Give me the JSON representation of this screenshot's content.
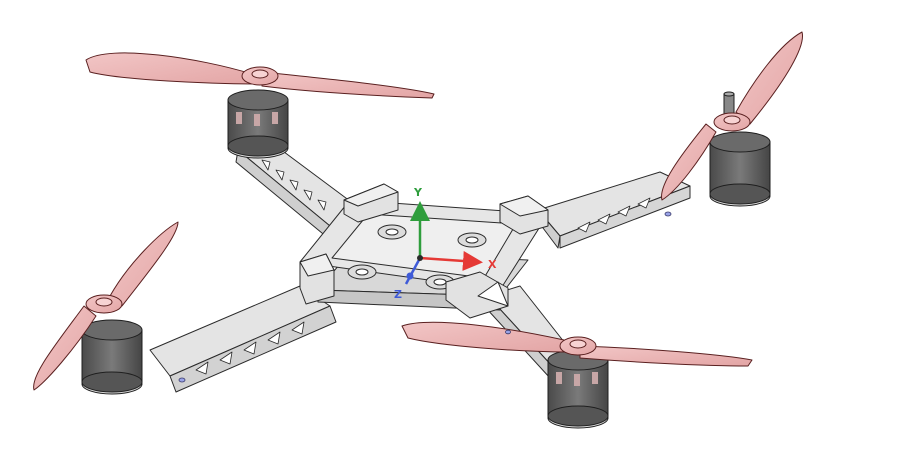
{
  "viewport": {
    "axes": {
      "x": {
        "label": "X",
        "color": "#e53935"
      },
      "y": {
        "label": "Y",
        "color": "#2e9d3c"
      },
      "z": {
        "label": "Z",
        "color": "#3f5bd8"
      }
    }
  },
  "colors": {
    "background": "#ffffff",
    "frame_fill": "#e4e4e4",
    "frame_shade": "#cfcfcf",
    "frame_outline": "#2b2b2b",
    "motor_fill": "#5d5d5d",
    "motor_dark": "#3f3f3f",
    "propeller_fill": "#efbcbc",
    "propeller_outline": "#5a2020",
    "screw_fill": "#9aa4e8"
  }
}
